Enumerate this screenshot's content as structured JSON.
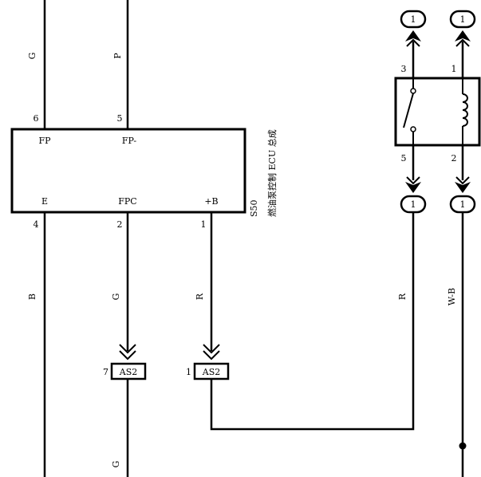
{
  "wires": {
    "left_1": "G",
    "left_2": "P",
    "bottom_1": "B",
    "bottom_2": "G",
    "bottom_3": "R",
    "bottom_2_lower": "G",
    "relay_out": "R",
    "ground": "W-B"
  },
  "ecu": {
    "pins_top": [
      {
        "num": "6",
        "name": "FP"
      },
      {
        "num": "5",
        "name": "FP-"
      }
    ],
    "pins_bottom": [
      {
        "num": "4",
        "name": "E"
      },
      {
        "num": "2",
        "name": "FPC"
      },
      {
        "num": "1",
        "name": "+B"
      }
    ],
    "code": "S50",
    "name": "燃油泵控制 ECU 总成"
  },
  "junctions": [
    {
      "pin": "7",
      "label": "AS2"
    },
    {
      "pin": "1",
      "label": "AS2"
    }
  ],
  "relay": {
    "pin_top_left": "3",
    "pin_top_right": "1",
    "pin_bottom_left": "5",
    "pin_bottom_right": "2"
  },
  "connector_refs": {
    "top_left": "1",
    "top_right": "1",
    "bottom_left": "1",
    "bottom_right": "1"
  }
}
